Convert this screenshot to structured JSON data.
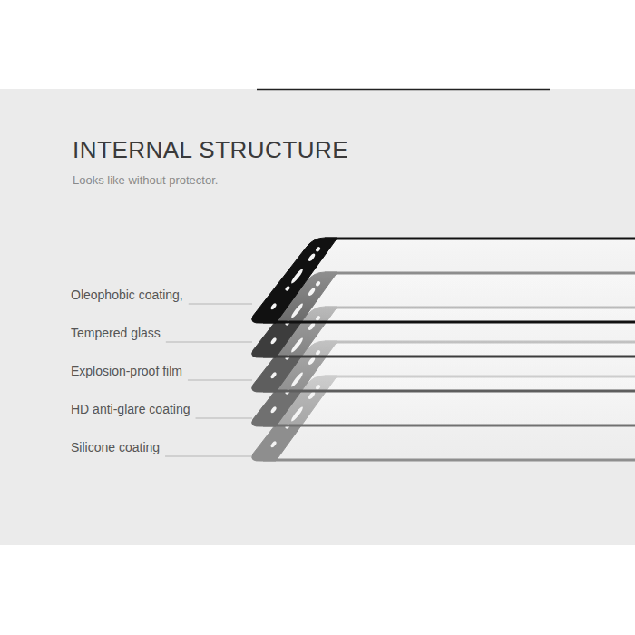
{
  "diagram": {
    "title": "INTERNAL STRUCTURE",
    "caption": "Looks like without protector.",
    "labels": [
      "Oleophobic coating,",
      "Tempered glass",
      "Explosion-proof film",
      "HD anti-glare coating",
      "Silicone coating"
    ]
  }
}
